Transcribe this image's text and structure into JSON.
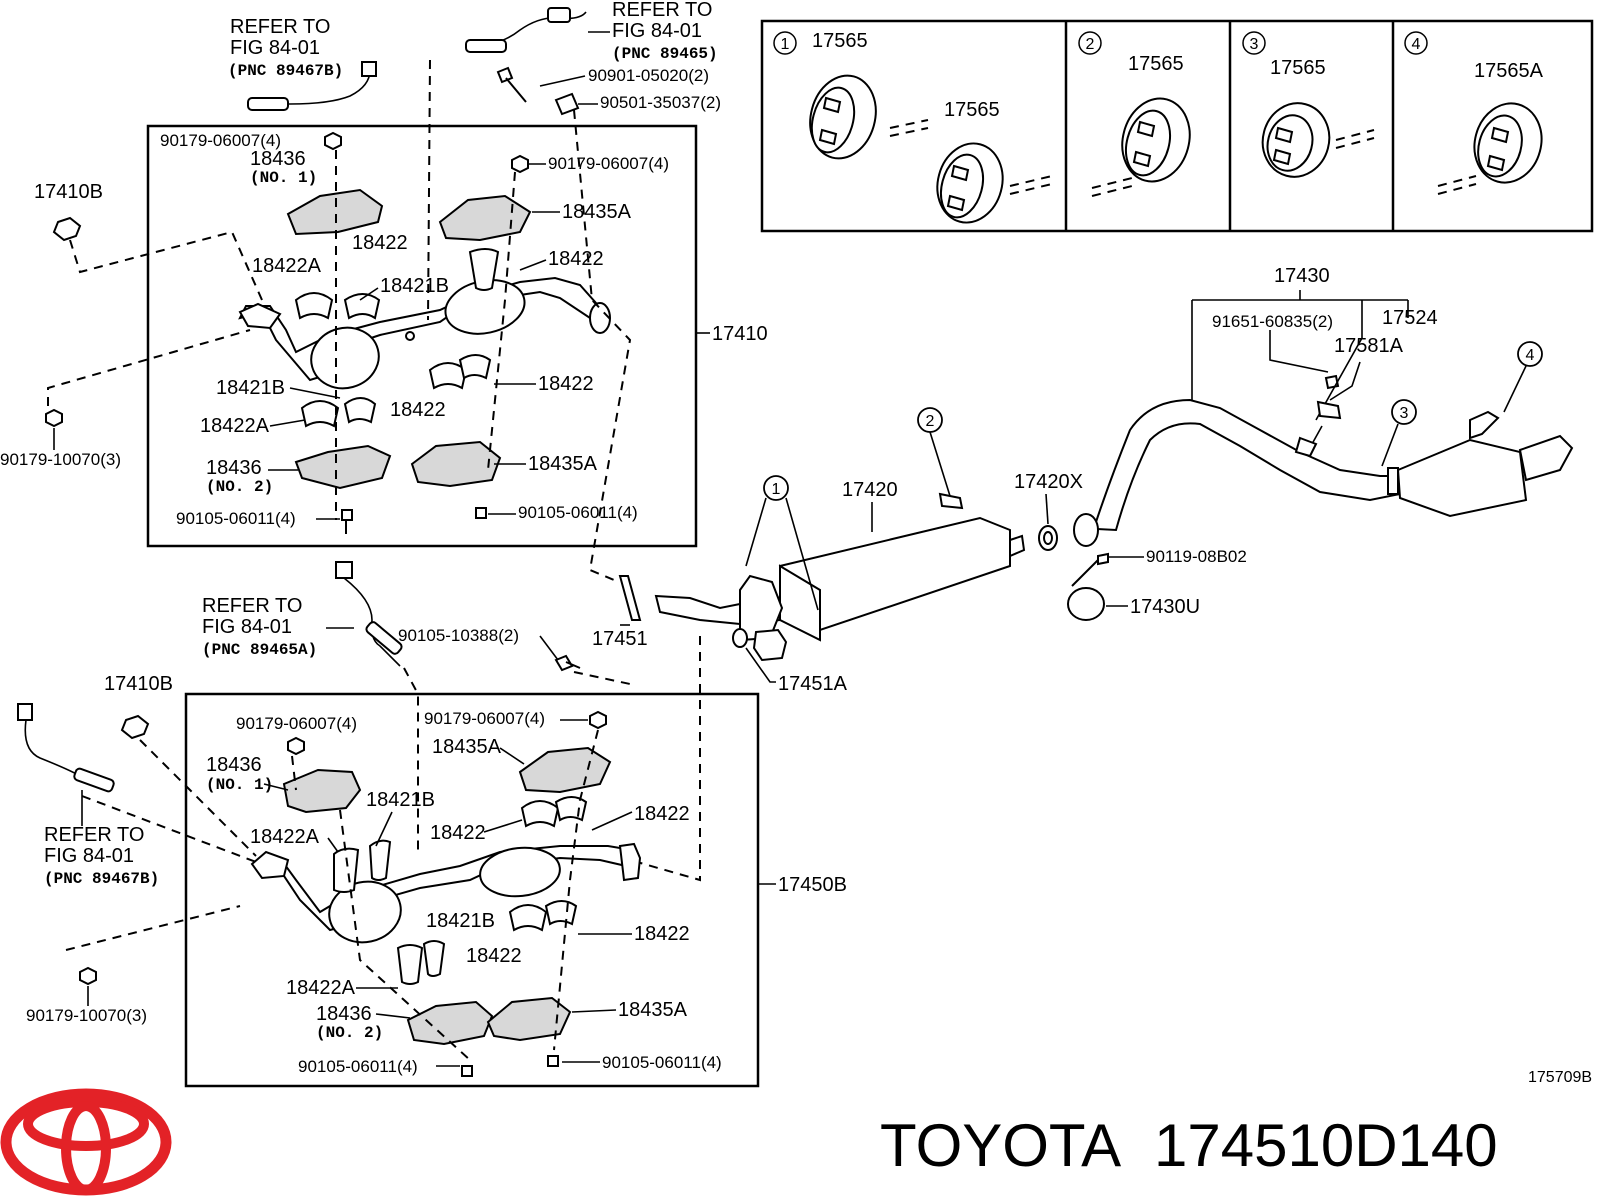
{
  "refer_labels": {
    "refer_to": "REFER TO",
    "fig": "FIG 84-01",
    "pnc_89467b": "(PNC 89467B)",
    "pnc_89465": "(PNC 89465)",
    "pnc_89465a": "(PNC 89465A)"
  },
  "upper_box": {
    "assembly_no": "17410",
    "labels": {
      "nut_top": "90179-06007(4)",
      "nut_right": "90179-06007(4)",
      "heat_ins_1": "18436",
      "no1": "(NO. 1)",
      "heat_ins_a_top": "18435A",
      "bracket_a_top": "18422",
      "bracket_b_top": "18422",
      "bracket_22a_top": "18422A",
      "stay_b_top": "18421B",
      "stay_b_mid": "18421B",
      "bracket_mid_r": "18422",
      "bracket_mid_l": "18422",
      "bracket_22a_mid": "18422A",
      "heat_ins_2": "18436",
      "no2": "(NO. 2)",
      "heat_ins_a_low": "18435A",
      "bolt_left": "90105-06011(4)",
      "bolt_right": "90105-06011(4)"
    }
  },
  "lower_box": {
    "assembly_no": "17450B",
    "labels": {
      "nut_left": "90179-06007(4)",
      "nut_right": "90179-06007(4)",
      "heat_ins_a_top": "18435A",
      "heat_ins_1": "18436",
      "no1": "(NO. 1)",
      "stay_b_top": "18421B",
      "bracket_22a_top": "18422A",
      "bracket_a": "18422",
      "bracket_b": "18422",
      "stay_b_low": "18421B",
      "bracket_low_r": "18422",
      "bracket_low_m": "18422",
      "bracket_22a_low": "18422A",
      "heat_ins_2": "18436",
      "no2": "(NO. 2)",
      "heat_ins_a_low": "18435A",
      "bolt_left": "90105-06011(4)",
      "bolt_right": "90105-06011(4)"
    }
  },
  "outside": {
    "gasket_17410b_top": "17410B",
    "gasket_17410b_low": "17410B",
    "nut_left_top": "90179-10070(3)",
    "nut_left_low": "90179-10070(3)",
    "bolt_sensor": "90901-05020(2)",
    "spring": "90501-35037(2)",
    "bolt_10388": "90105-10388(2)",
    "gasket_17451": "17451",
    "gasket_17451a": "17451A",
    "muffler_17420": "17420",
    "gasket_17420x": "17420X",
    "bolt_08b02": "90119-08B02",
    "clamp_17430u": "17430U",
    "tail_17430": "17430",
    "bolt_60835": "91651-60835(2)",
    "bracket_17524": "17524",
    "support_17581a": "17581A"
  },
  "hanger_table": [
    {
      "num": "1",
      "parts": [
        "17565",
        "17565"
      ]
    },
    {
      "num": "2",
      "parts": [
        "17565"
      ]
    },
    {
      "num": "3",
      "parts": [
        "17565"
      ]
    },
    {
      "num": "4",
      "parts": [
        "17565A"
      ]
    }
  ],
  "callouts": [
    "1",
    "2",
    "3",
    "4"
  ],
  "figure_code": "175709B",
  "brand": "TOYOTA",
  "part_number": "174510D140",
  "colors": {
    "logo": "#e32227",
    "line": "#000000"
  },
  "icons": {
    "logo": "toyota-logo"
  }
}
